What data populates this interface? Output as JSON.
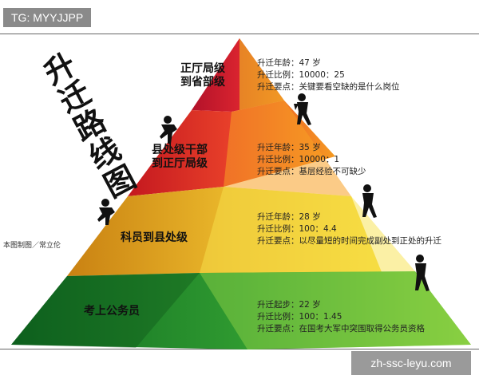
{
  "tag": "TG: MYYJJPP",
  "title_chars": [
    "升",
    "迁",
    "路",
    "线",
    "图"
  ],
  "levels": [
    {
      "name": "正厅局级\n到省部级",
      "age": "升迁年龄：47 岁",
      "ratio": "升迁比例：10000：25",
      "key": "升迁要点：关键要看空缺的是什么岗位",
      "colors": [
        "#c0182a",
        "#e64a2a"
      ]
    },
    {
      "name": "县处级干部\n到正厅局级",
      "age": "升迁年龄：35 岁",
      "ratio": "升迁比例：10000：1",
      "key": "升迁要点：基层经验不可缺少",
      "colors": [
        "#d0281e",
        "#f08a22"
      ]
    },
    {
      "name": "科员到县处级",
      "age": "升迁年龄：28 岁",
      "ratio": "升迁比例：100：4.4",
      "key": "升迁要点：以尽量短的时间完成副处到正处的升迁",
      "colors": [
        "#d48a12",
        "#f3c92c"
      ]
    },
    {
      "name": "考上公务员",
      "age": "升迁起步：22 岁",
      "ratio": "升迁比例：100：1.45",
      "key": "升迁要点：在国考大军中突围取得公务员资格",
      "colors": [
        "#1f7d2a",
        "#6cc23a"
      ]
    }
  ],
  "credit": "本图制图／常立伦",
  "watermark": "zh-ssc-leyu.com"
}
